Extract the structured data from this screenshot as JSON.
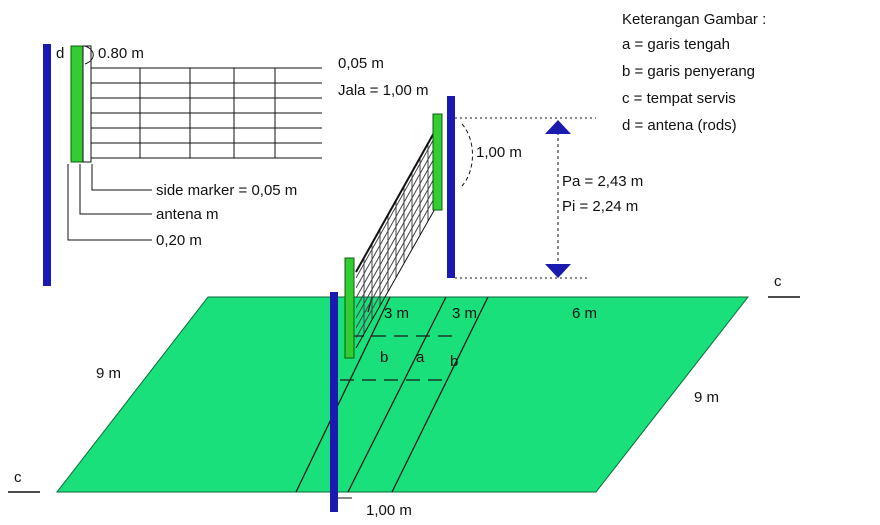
{
  "legend": {
    "title": "Keterangan Gambar :",
    "items": [
      "a = garis tengah",
      "b = garis penyerang",
      "c = tempat servis",
      "d = antena (rods)"
    ]
  },
  "inset": {
    "d_label": "d",
    "top_width": "0.80 m",
    "side_marker": "side marker = 0,05 m",
    "antena": "antena m",
    "bottom": "0,20 m"
  },
  "net": {
    "band": "0,05 m",
    "jala": "Jala = 1,00 m",
    "height": "1,00 m",
    "pa": "Pa = 2,43 m",
    "pi": "Pi = 2,24 m"
  },
  "court": {
    "left_width": "9 m",
    "right_width": "9 m",
    "zone_left": "3 m",
    "zone_right": "3 m",
    "back": "6 m",
    "post_offset": "1,00 m",
    "line_b_left": "b",
    "line_a": "a",
    "line_b_right": "b",
    "serve_right": "c",
    "serve_left": "c"
  },
  "colors": {
    "court": "#19e07a",
    "post": "#1a1ab0",
    "antenna": "#33cc33",
    "net": "#444444",
    "arrow": "#1a1ab0"
  }
}
